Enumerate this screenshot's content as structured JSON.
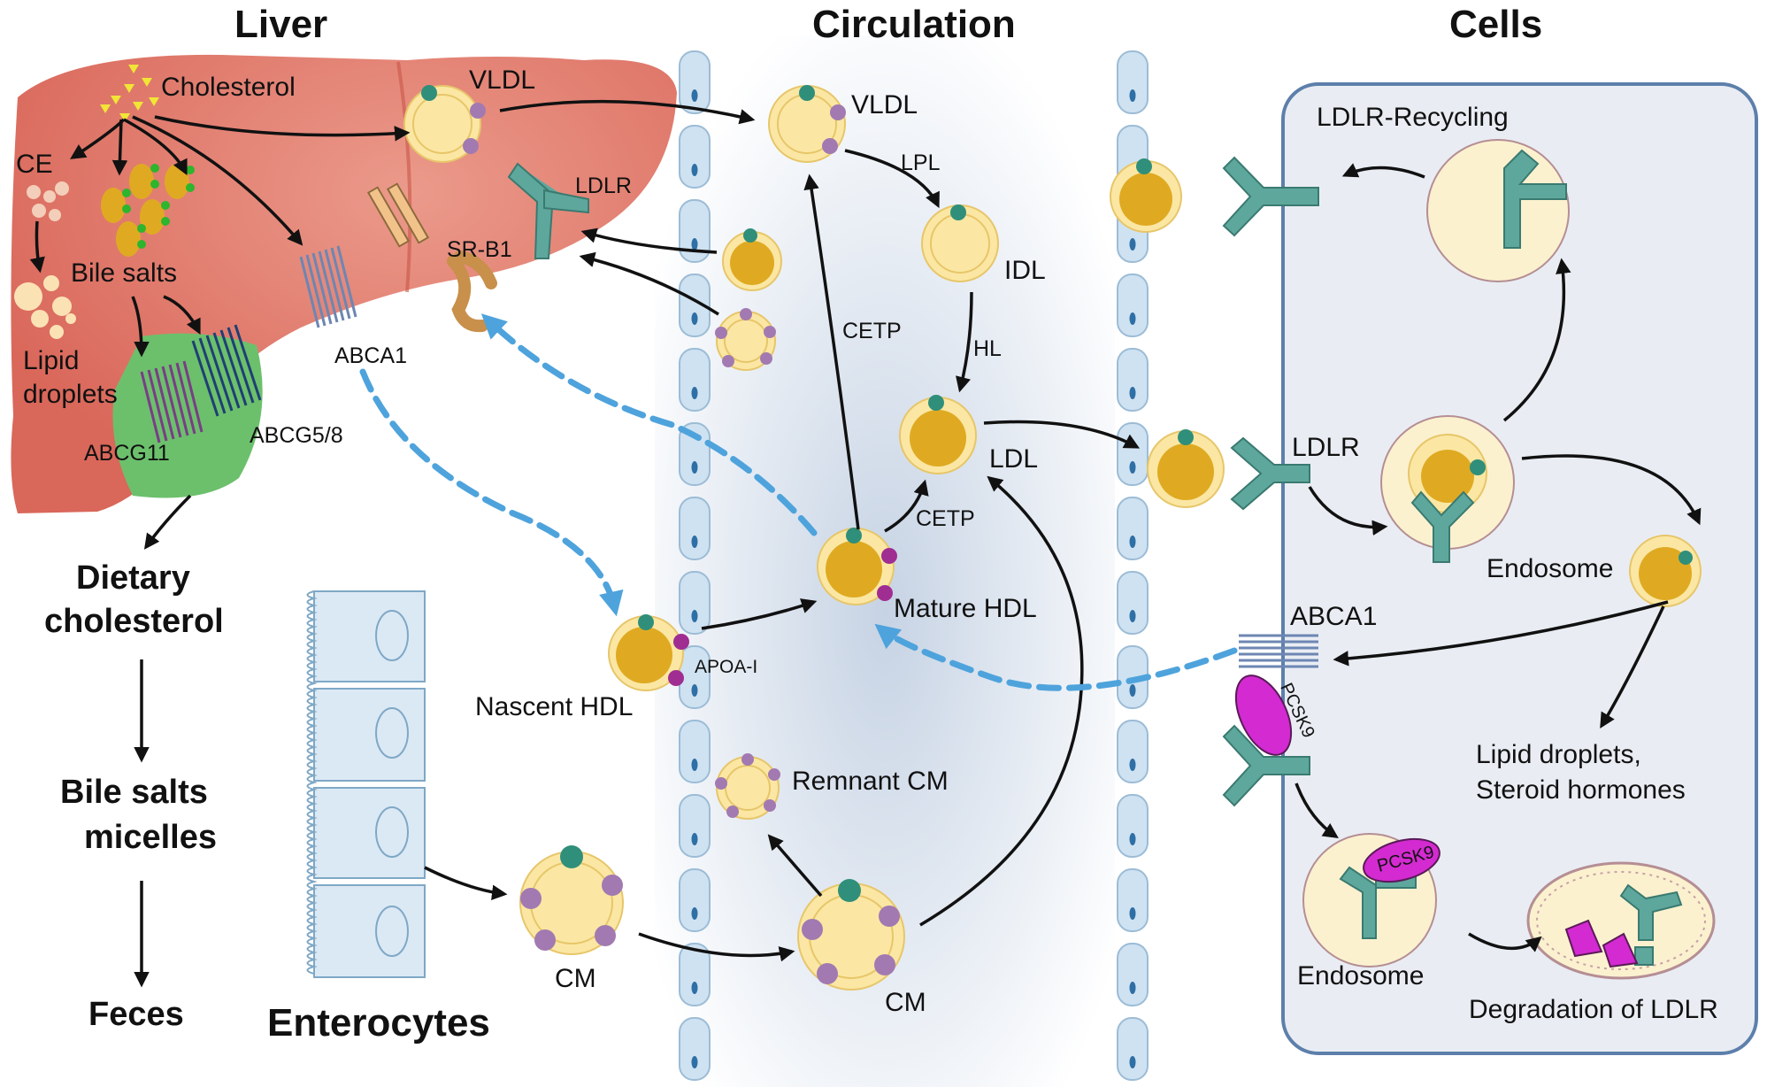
{
  "sections": {
    "liver": "Liver",
    "circulation": "Circulation",
    "cells": "Cells"
  },
  "liver": {
    "cholesterol": "Cholesterol",
    "ce": "CE",
    "bile_salts": "Bile salts",
    "lipid_droplets_1": "Lipid",
    "lipid_droplets_2": "droplets",
    "abcg11": "ABCG11",
    "abcg5_8": "ABCG5/8",
    "abca1": "ABCA1",
    "sr_b1": "SR-B1",
    "ldlr": "LDLR",
    "vldl": "VLDL"
  },
  "pathway": {
    "dietary_1": "Dietary",
    "dietary_2": "cholesterol",
    "bile_micelles_1": "Bile salts",
    "bile_micelles_2": "micelles",
    "feces": "Feces",
    "enterocytes": "Enterocytes"
  },
  "circulation": {
    "vldl": "VLDL",
    "lpl": "LPL",
    "idl": "IDL",
    "hl": "HL",
    "cetp_1": "CETP",
    "ldl": "LDL",
    "cetp_2": "CETP",
    "mature_hdl": "Mature HDL",
    "nascent_hdl": "Nascent HDL",
    "apoa1": "APOA-I",
    "remnant_cm": "Remnant CM",
    "cm_1": "CM",
    "cm_2": "CM"
  },
  "cells": {
    "ldlr_recycling": "LDLR-Recycling",
    "ldlr": "LDLR",
    "endosome_1": "Endosome",
    "abca1": "ABCA1",
    "pcsk9_1": "PCSK9",
    "pcsk9_2": "PCSK9",
    "lipid_droplets_steroid_1": "Lipid droplets,",
    "lipid_droplets_steroid_2": "Steroid hormones",
    "endosome_2": "Endosome",
    "degradation": "Degradation of LDLR"
  },
  "colors": {
    "liver": "#dd6b5c",
    "gallbladder": "#6cc06c",
    "particle_shell": "#fbe7a3",
    "particle_core": "#dfaa22",
    "apoB": "#2f8f7a",
    "apo_purple": "#a27ab1",
    "apo_magenta": "#a02d92",
    "receptor": "#5ea79d",
    "pcsk9": "#d42ad1",
    "dashed_path": "#4ea3dc",
    "cell_panel": "#e9edf3",
    "cell_border": "#5d7fab",
    "enterocyte": "#dbe9f4"
  }
}
